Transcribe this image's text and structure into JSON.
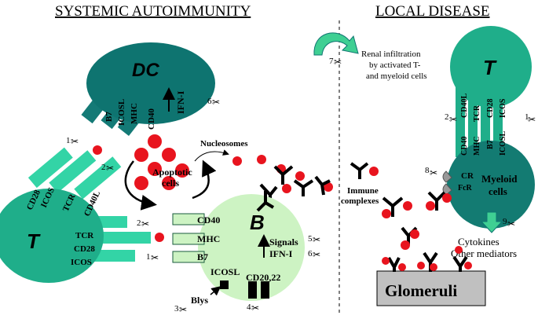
{
  "titles": {
    "left": "SYSTEMIC AUTOIMMUNITY",
    "right": "LOCAL DISEASE"
  },
  "cells": {
    "dc": {
      "name": "DC",
      "receptors": [
        "B7",
        "ICOSL",
        "MHC",
        "CD40"
      ],
      "ifn": "IFN-I"
    },
    "t_left": {
      "name": "T",
      "receptors": [
        "CD28",
        "ICOS",
        "TCR",
        "CD40L"
      ],
      "receptors_right": [
        "TCR",
        "CD28",
        "ICOS"
      ]
    },
    "b": {
      "name": "B",
      "receptors": [
        "CD40",
        "MHC",
        "B7"
      ],
      "icosl": "ICOSL",
      "cd2022": "CD20,22",
      "signals": "Signals",
      "ifn": "IFN-I"
    },
    "t_right": {
      "name": "T",
      "receptors": [
        "CD40L",
        "TCR",
        "CD28",
        "ICOS"
      ]
    },
    "myeloid": {
      "name_line1": "Myeloid",
      "name_line2": "cells",
      "receptors": [
        "CD40",
        "MHC",
        "B7",
        "ICOSL"
      ],
      "cr": "CR",
      "fcr": "FcR"
    }
  },
  "labels": {
    "apoptotic_line1": "Apoptotic",
    "apoptotic_line2": "cells",
    "nucleosomes": "Nucleosomes",
    "immune_line1": "Immune",
    "immune_line2": "complexes",
    "blys": "Blys",
    "renal_line1": "Renal infiltration",
    "renal_line2": "by activated T-",
    "renal_line3": "and myeloid cells",
    "cytokines_line1": "Cytokines",
    "cytokines_line2": "Other mediators",
    "glomeruli": "Glomeruli"
  },
  "intervention_numbers": {
    "n1_left": "1",
    "n2_left": "2",
    "n6_dc": "6",
    "n2_b": "2",
    "n1_b": "1",
    "n5": "5",
    "n6_b": "6",
    "n3": "3",
    "n4": "4",
    "n7": "7",
    "n2_right": "2",
    "n1_right": "1",
    "n8": "8",
    "n9": "9"
  },
  "colors": {
    "dc": "#0e7470",
    "t_cell": "#1fae8a",
    "receptor_light": "#33d4a6",
    "b_cell": "#cdf3c3",
    "myeloid": "#137b72",
    "red": "#e8141e",
    "glomeruli": "#c0c0c0",
    "arrow_green": "#3fcf93"
  },
  "icons": [
    "scissors-icon"
  ]
}
